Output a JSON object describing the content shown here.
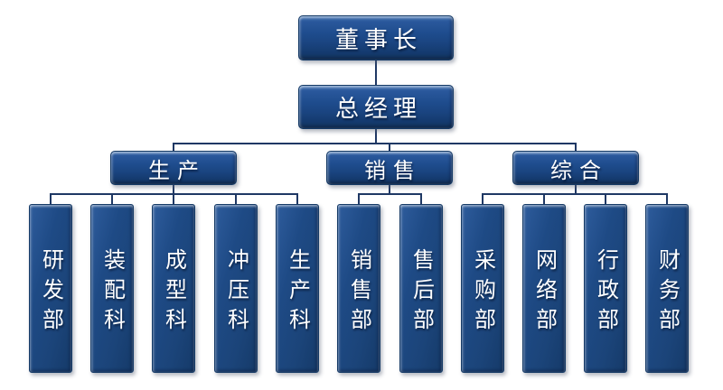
{
  "org_chart": {
    "chairman": "董事长",
    "general_manager": "总经理",
    "groups": [
      {
        "name": "生产",
        "children": [
          "研发部",
          "装配科",
          "成型科",
          "冲压科",
          "生产科"
        ]
      },
      {
        "name": "销售",
        "children": [
          "销售部",
          "售后部"
        ]
      },
      {
        "name": "综合",
        "children": [
          "采购部",
          "网络部",
          "行政部",
          "财务部"
        ]
      }
    ],
    "colors": {
      "box_fill": "#1d4b8b",
      "box_border": "#153a66",
      "connector": "#1f3864",
      "text": "#ffffff",
      "background": "#ffffff"
    }
  }
}
